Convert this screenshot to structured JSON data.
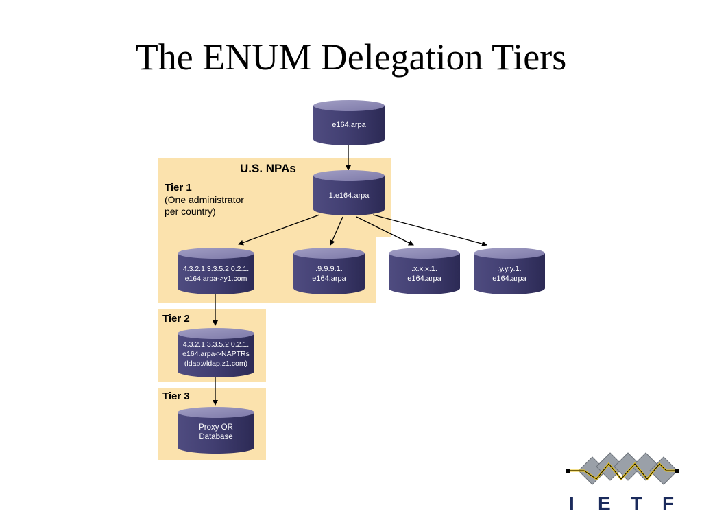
{
  "title": "The ENUM Delegation Tiers",
  "tier1": {
    "heading": "Tier 1",
    "note_line1": "(One administrator",
    "note_line2": "per country)",
    "region_label": "U.S. NPAs"
  },
  "tier2": {
    "heading": "Tier 2"
  },
  "tier3": {
    "heading": "Tier 3"
  },
  "nodes": {
    "root": [
      "e164.arpa"
    ],
    "country": [
      "1.e164.arpa"
    ],
    "npa_a": [
      "4.3.2.1.3.3.5.2.0.2.1.",
      "e164.arpa->y1.com"
    ],
    "npa_b": [
      ".9.9.9.1.",
      "e164.arpa"
    ],
    "npa_c": [
      ".x.x.x.1.",
      "e164.arpa"
    ],
    "npa_d": [
      ".y.y.y.1.",
      "e164.arpa"
    ],
    "tier2_record": [
      "4.3.2.1.3.3.5.2.0.2.1.",
      "e164.arpa->NAPTRs",
      "(ldap://ldap.z1.com)"
    ],
    "tier3_record": [
      "Proxy OR",
      "Database"
    ]
  },
  "logo": {
    "letters": [
      "I",
      "E",
      "T",
      "F"
    ],
    "colors": {
      "diamond": "#9aa0a8",
      "wave": "#e8c21a",
      "letters": "#1b2b5c"
    }
  },
  "colors": {
    "panel": "#fbe2ad",
    "cylinder_top": "#8c86b2",
    "cylinder_body": "#3d3a6b"
  }
}
